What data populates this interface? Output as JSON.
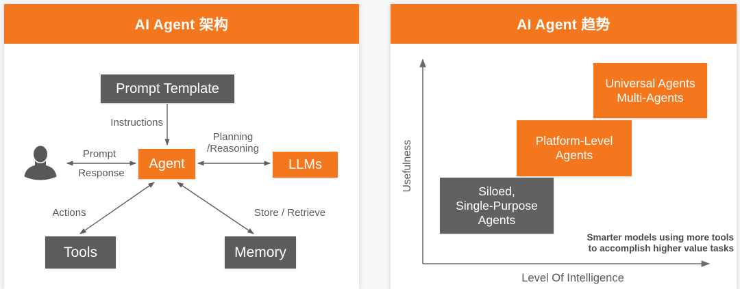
{
  "colors": {
    "orange": "#f4771e",
    "box_gray": "#5c5c5c",
    "siloed_gray": "#616161",
    "label_gray": "#595959",
    "annotation_gray": "#4a4a4a",
    "axis_gray": "#6b6b6b",
    "background": "#f7f7f8",
    "card_bg": "#ffffff",
    "box_text": "#ffffff"
  },
  "left": {
    "title": "AI Agent 架构",
    "nodes": {
      "prompt_template": "Prompt Template",
      "agent": "Agent",
      "llms": "LLMs",
      "tools": "Tools",
      "memory": "Memory"
    },
    "labels": {
      "instructions": "Instructions",
      "prompt": "Prompt",
      "response": "Response",
      "planning_line1": "Planning",
      "planning_line2": "/Reasoning",
      "actions": "Actions",
      "store_retrieve": "Store / Retrieve"
    },
    "icons": {
      "user": "user-silhouette-icon"
    },
    "connections": [
      "Prompt Template -> Agent (Instructions, arrow down)",
      "User <-> Agent (Prompt / Response, double arrow)",
      "Agent <-> LLMs (Planning /Reasoning, double arrow)",
      "Agent <-> Tools (Actions, double arrow)",
      "Agent <-> Memory (Store / Retrieve, double arrow)"
    ]
  },
  "right": {
    "title": "AI Agent 趋势",
    "y_axis_label": "Usefulness",
    "x_axis_label": "Level Of Intelligence",
    "steps": [
      {
        "lines": [
          "Siloed,",
          "Single-Purpose",
          "Agents"
        ],
        "color": "#616161"
      },
      {
        "lines": [
          "Platform-Level",
          "Agents"
        ],
        "color": "#f4771e"
      },
      {
        "lines": [
          "Universal Agents",
          "Multi-Agents"
        ],
        "color": "#f4771e"
      }
    ],
    "annotation_line1": "Smarter models using more tools",
    "annotation_line2": "to accomplish higher value tasks"
  }
}
